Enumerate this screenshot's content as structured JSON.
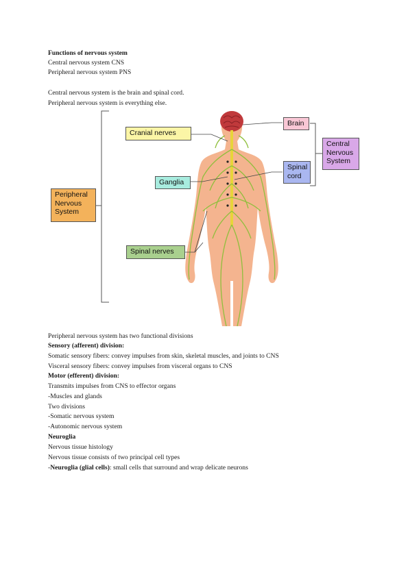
{
  "intro": {
    "heading": "Functions of nervous system",
    "cns": "Central nervous system CNS",
    "pns": "Peripheral nervous system PNS",
    "cns_def": "Central nervous system is the brain and spinal cord.",
    "pns_def": "Peripheral nervous system is everything else."
  },
  "figure": {
    "labels": {
      "brain": "Brain",
      "cranial_nerves": "Cranial nerves",
      "spinal_cord_1": "Spinal",
      "spinal_cord_2": "cord",
      "ganglia": "Ganglia",
      "spinal_nerves": "Spinal nerves",
      "pns_1": "Peripheral",
      "pns_2": "Nervous",
      "pns_3": "System",
      "cns_1": "Central",
      "cns_2": "Nervous",
      "cns_3": "System"
    },
    "colors": {
      "brain_box": "#f9c7d5",
      "cranial_box": "#fbf5a6",
      "spinal_cord_box": "#aab7f0",
      "ganglia_box": "#a8ecdf",
      "spinal_nerves_box": "#a9d08e",
      "pns_box": "#f3b25b",
      "cns_box": "#d9a8e8",
      "skin": "#f4b48f",
      "nerve": "#8fbf3c",
      "brain": "#c0393b"
    }
  },
  "body_text": {
    "pns_divisions": "Peripheral nervous system has two functional divisions",
    "sensory_heading": "Sensory (afferent) division:",
    "somatic_sensory": "Somatic sensory fibers: convey impulses from skin, skeletal muscles, and joints to CNS",
    "visceral_sensory": "Visceral sensory fibers: convey impulses from visceral organs to CNS",
    "motor_heading": "Motor (efferent) division:",
    "transmits": "Transmits impulses from CNS to effector organs",
    "muscles": "-Muscles and glands",
    "two_divisions": "Two divisions",
    "somatic_ns": "-Somatic nervous system",
    "autonomic_ns": "-Autonomic nervous system",
    "neuroglia_heading": "Neuroglia",
    "histology": "Nervous tissue histology",
    "cell_types": "Nervous tissue consists of two principal cell types",
    "glial_prefix": "-",
    "glial_bold": "Neuroglia (glial cells)",
    "glial_rest": ": small cells that surround and wrap delicate neurons"
  }
}
